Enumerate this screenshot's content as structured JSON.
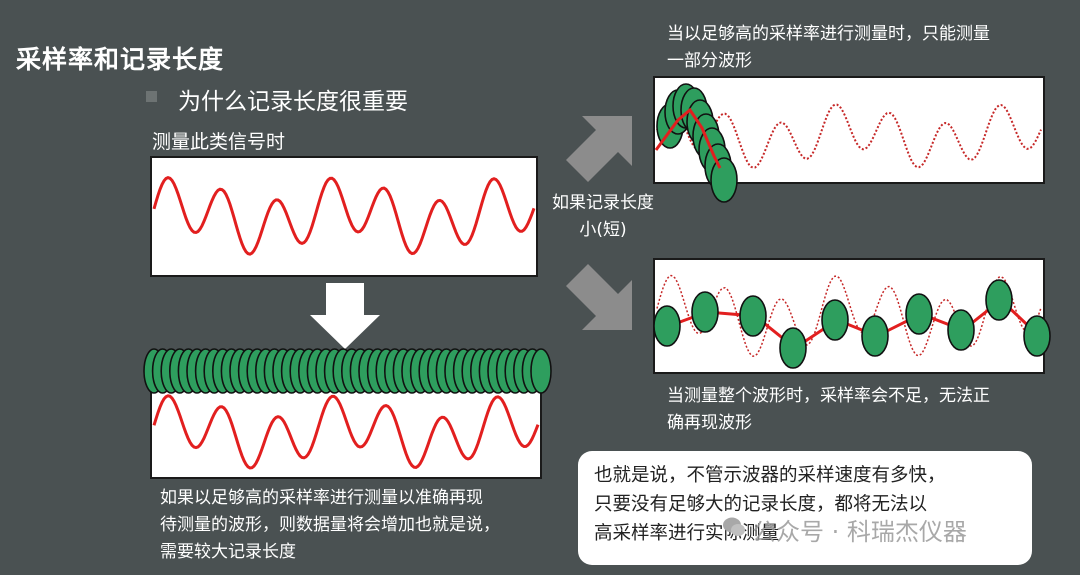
{
  "title": "采样率和记录长度",
  "subtitle": "为什么记录长度很重要",
  "measure_label": "测量此类信号时",
  "bottom_text": {
    "line1": "如果以足够高的采样率进行测量以准确再现",
    "line2": "待测量的波形，则数据量将会增加也就是说，",
    "line3": "需要较大记录长度"
  },
  "middle_text": {
    "line1": "如果记录长度",
    "line2": "小(短)"
  },
  "top_right_text": {
    "line1": "当以足够高的采样率进行测量时，只能测量",
    "line2": "一部分波形"
  },
  "bottom_right_text": {
    "line1": "当测量整个波形时，采样率会不足，无法正",
    "line2": "确再现波形"
  },
  "callout": {
    "line1": "也就是说，不管示波器的采样速度有多快，",
    "line2": "只要没有足够大的记录长度，都将无法以",
    "line3": "高采样率进行实际测量"
  },
  "watermark": "公众号 · 科瑞杰仪器",
  "colors": {
    "background": "#4a5152",
    "signal": "#e21f1f",
    "sample": "#2e9e5e",
    "arrow": "#8c8c8c",
    "down_arrow": "#ffffff"
  }
}
